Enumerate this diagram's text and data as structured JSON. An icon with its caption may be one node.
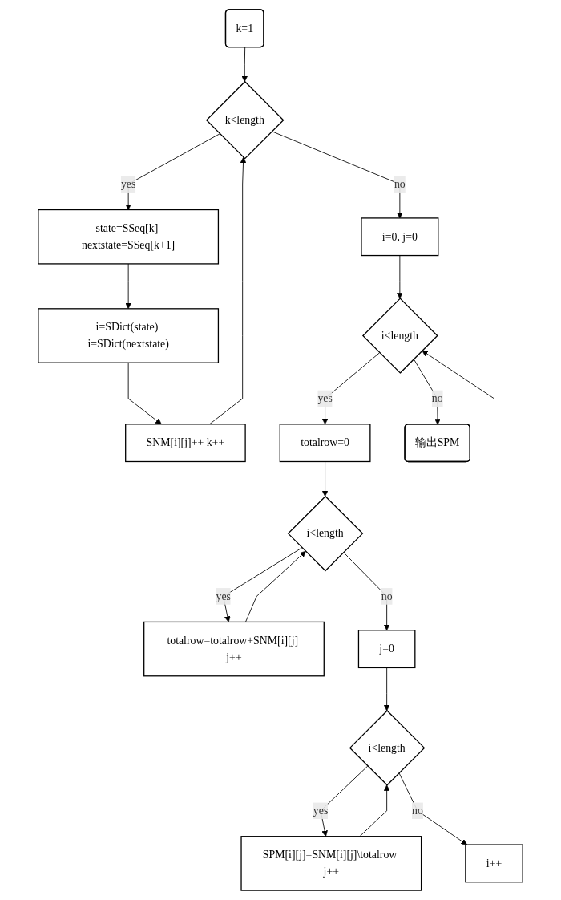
{
  "diagram": {
    "nodes": [
      {
        "text": [
          "k=1"
        ]
      },
      {
        "text": [
          "k<length"
        ]
      },
      {
        "text": [
          "state=SSeq[k] nextstate=SSeq[k+1]"
        ]
      },
      {
        "text": [
          "i=SDict(state) i=SDict(nextstate)"
        ]
      },
      {
        "text": [
          "SNM[i][j]++ k++"
        ]
      },
      {
        "text": [
          "i=0, j=0"
        ]
      },
      {
        "text": [
          "i<length"
        ]
      },
      {
        "text": [
          "totalrow=0"
        ]
      },
      {
        "text": [
          "i<length"
        ]
      },
      {
        "text": [
          "totalrow=totalrow+SNM[i][j] j++"
        ]
      },
      {
        "text": [
          "j=0"
        ]
      },
      {
        "text": [
          "i<length"
        ]
      },
      {
        "text": [
          "SPM[i][j]=SNM[i][j]\\totalrow j++"
        ]
      },
      {
        "text": [
          "i++"
        ]
      },
      {
        "text": [
          "输出SPM"
        ]
      }
    ],
    "edges": [
      {
        "from": 0,
        "to": 1,
        "arrow": "to"
      },
      {
        "from": 1,
        "to": 2,
        "arrow": "to",
        "label": "yes"
      },
      {
        "from": 2,
        "to": 3,
        "arrow": "to"
      },
      {
        "from": 3,
        "to": 4,
        "arrow": "to"
      },
      {
        "from": 4,
        "to": 1,
        "arrow": "to"
      },
      {
        "from": 1,
        "to": 5,
        "arrow": "to",
        "label": "no"
      },
      {
        "from": 5,
        "to": 6,
        "arrow": "to"
      },
      {
        "from": 6,
        "to": 7,
        "arrow": "to",
        "label": "yes"
      },
      {
        "from": 7,
        "to": 8,
        "arrow": "to"
      },
      {
        "from": 8,
        "to": 9,
        "arrow": "to",
        "label": "yes"
      },
      {
        "from": 9,
        "to": 8,
        "arrow": "to"
      },
      {
        "from": 8,
        "to": 10,
        "arrow": "to",
        "label": "no"
      },
      {
        "from": 10,
        "to": 11,
        "arrow": "to"
      },
      {
        "from": 11,
        "to": 12,
        "arrow": "to",
        "label": "yes"
      },
      {
        "from": 12,
        "to": 11,
        "arrow": "to"
      },
      {
        "from": 11,
        "to": 13,
        "arrow": "to",
        "label": "no"
      },
      {
        "from": 13,
        "to": 6,
        "arrow": "to"
      },
      {
        "from": 6,
        "to": 14,
        "arrow": "to",
        "label": "no"
      }
    ]
  }
}
